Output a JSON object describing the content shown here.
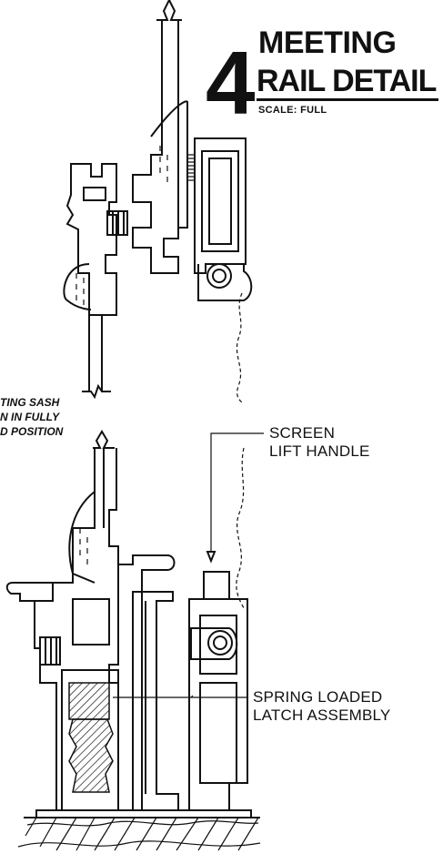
{
  "title": {
    "number": "4",
    "line1": "MEETING",
    "line2": "RAIL DETAIL",
    "scale": "SCALE:  FULL"
  },
  "labels": {
    "sash_note": [
      "TING SASH",
      "N IN FULLY",
      "D POSITION"
    ],
    "screen_lift_handle": [
      "SCREEN",
      "LIFT HANDLE"
    ],
    "spring_loaded_latch": [
      "SPRING LOADED",
      "LATCH ASSEMBLY"
    ]
  }
}
